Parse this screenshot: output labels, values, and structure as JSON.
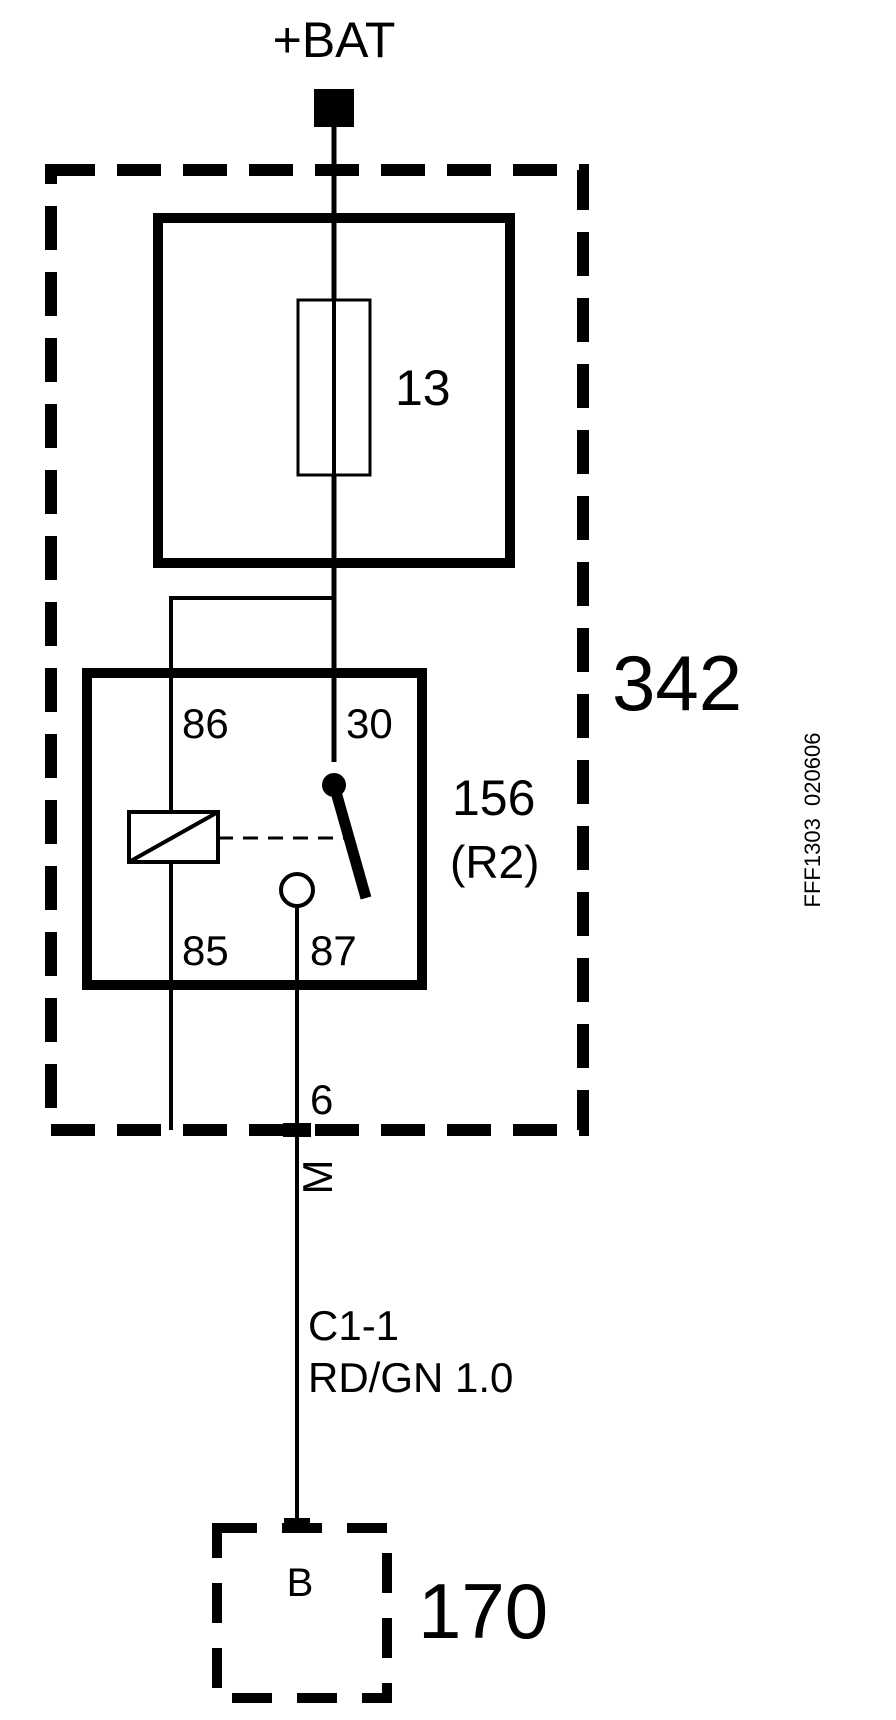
{
  "supply": {
    "label": "+BAT"
  },
  "module": {
    "id": "342"
  },
  "fuse": {
    "id": "13"
  },
  "relay": {
    "id": "156",
    "code": "(R2)",
    "pins": {
      "p86": "86",
      "p30": "30",
      "p85": "85",
      "p87": "87"
    }
  },
  "connector": {
    "pin": "6",
    "name": "M"
  },
  "wire": {
    "circuit": "C1-1",
    "spec": "RD/GN 1.0"
  },
  "load": {
    "id": "170",
    "pin": "B"
  },
  "figure_ref": "FFF1303  020606"
}
